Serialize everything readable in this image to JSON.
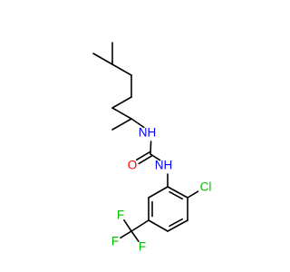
{
  "molecule": {
    "colors": {
      "bond": "#000000",
      "carbon": "#000000",
      "nitrogen": "#0000ff",
      "oxygen": "#ff0000",
      "chlorine": "#00c000",
      "fluorine": "#00c000",
      "background": "#ffffff"
    },
    "atoms": [
      {
        "id": "n1",
        "element": "N",
        "label": "NH"
      },
      {
        "id": "n2",
        "element": "N",
        "label": "NH"
      },
      {
        "id": "o1",
        "element": "O",
        "label": "O"
      },
      {
        "id": "cl1",
        "element": "Cl",
        "label": "Cl"
      },
      {
        "id": "f1",
        "element": "F",
        "label": "F"
      },
      {
        "id": "f2",
        "element": "F",
        "label": "F"
      },
      {
        "id": "f3",
        "element": "F",
        "label": "F"
      }
    ],
    "bonds": [
      {
        "from": "c_me1",
        "to": "c_ch1",
        "order": 1
      },
      {
        "from": "c_ch1",
        "to": "c_me2",
        "order": 1
      },
      {
        "from": "c_ch1",
        "to": "c_ch2a",
        "order": 1
      },
      {
        "from": "c_ch2a",
        "to": "c_ch2b",
        "order": 1
      },
      {
        "from": "c_ch2b",
        "to": "c_ch2c",
        "order": 1
      },
      {
        "from": "c_ch2c",
        "to": "c_ch2",
        "order": 1
      },
      {
        "from": "c_ch2",
        "to": "c_me3",
        "order": 1
      },
      {
        "from": "c_ch2",
        "to": "n1",
        "order": 1
      },
      {
        "from": "n1",
        "to": "c_co",
        "order": 1
      },
      {
        "from": "c_co",
        "to": "o1",
        "order": 2
      },
      {
        "from": "c_co",
        "to": "n2",
        "order": 1
      },
      {
        "from": "n2",
        "to": "c_ar1",
        "order": 1
      },
      {
        "from": "c_ar1",
        "to": "c_ar2",
        "order": 2
      },
      {
        "from": "c_ar2",
        "to": "c_ar3",
        "order": 1
      },
      {
        "from": "c_ar3",
        "to": "c_ar4",
        "order": 2
      },
      {
        "from": "c_ar4",
        "to": "c_ar5",
        "order": 1
      },
      {
        "from": "c_ar5",
        "to": "c_ar6",
        "order": 2
      },
      {
        "from": "c_ar6",
        "to": "c_ar1",
        "order": 1
      },
      {
        "from": "c_ar2",
        "to": "cl1",
        "order": 1
      },
      {
        "from": "c_ar5",
        "to": "c_cf3",
        "order": 1
      },
      {
        "from": "c_cf3",
        "to": "f1",
        "order": 1
      },
      {
        "from": "c_cf3",
        "to": "f2",
        "order": 1
      },
      {
        "from": "c_cf3",
        "to": "f3",
        "order": 1
      }
    ]
  }
}
